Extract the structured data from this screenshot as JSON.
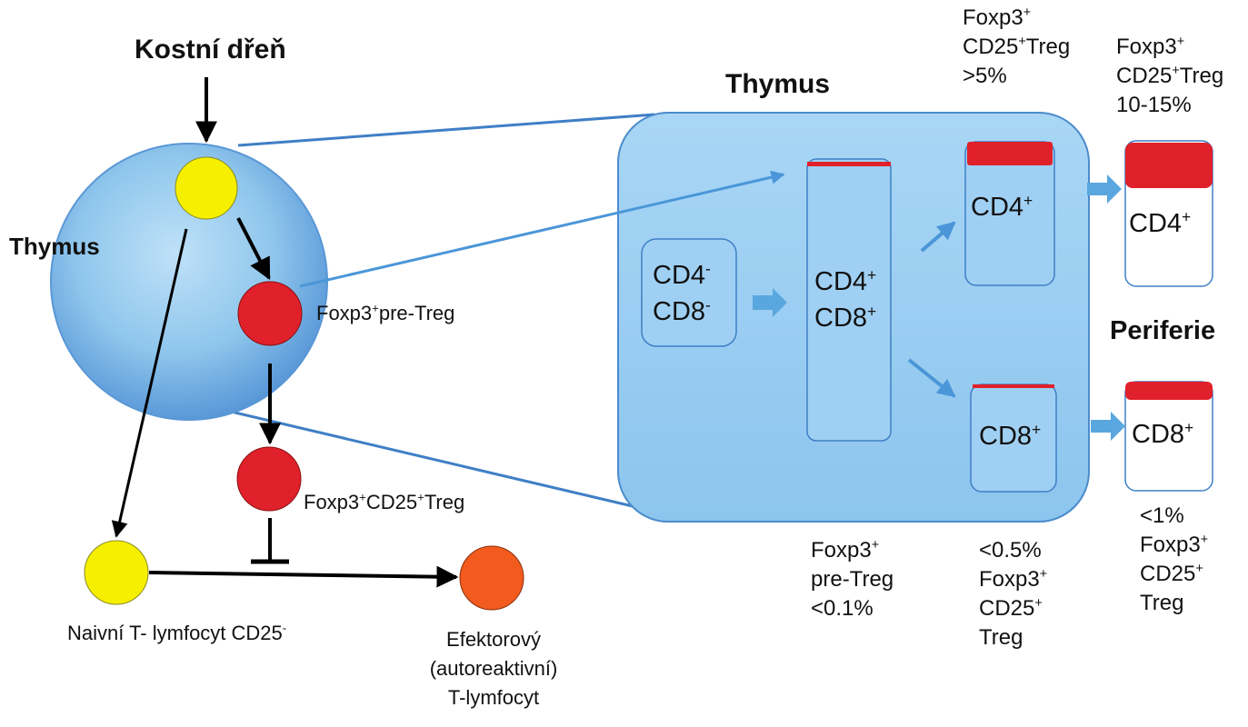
{
  "labels": {
    "bone_marrow": "Kostní dřeň",
    "thymus_left": "Thymus",
    "thymus_right": "Thymus",
    "periphery": "Periferie",
    "pre_treg_left": {
      "a": "Foxp3",
      "sup": "+",
      "b": "pre-Treg"
    },
    "treg_left": {
      "a": "Foxp3",
      "sup1": "+",
      "b": "CD25",
      "sup2": "+",
      "c": "Treg"
    },
    "naive": {
      "a": "Naivní T- lymfocyt CD25",
      "sup": "-"
    },
    "effector": [
      "Efektorový",
      "(autoreaktivní)",
      "T-lymfocyt"
    ]
  },
  "boxes": {
    "dn": {
      "l1": "CD4",
      "s1": "-",
      "l2": "CD8",
      "s2": "-"
    },
    "dp": {
      "l1": "CD4",
      "s1": "+",
      "l2": "CD8",
      "s2": "+"
    },
    "cd4_thymus": {
      "l": "CD4",
      "s": "+"
    },
    "cd8_thymus": {
      "l": "CD8",
      "s": "+"
    },
    "cd4_periph": {
      "l": "CD4",
      "s": "+"
    },
    "cd8_periph": {
      "l": "CD8",
      "s": "+"
    }
  },
  "stats": {
    "cd4_thymus": {
      "l1a": "Foxp3",
      "l1s": "+",
      "l2a": "CD25",
      "l2s": "+",
      "l2b": "Treg",
      "l3": ">5%"
    },
    "cd4_periph": {
      "l1a": "Foxp3",
      "l1s": "+",
      "l2a": "CD25",
      "l2s": "+",
      "l2b": "Treg",
      "l3": "10-15%"
    },
    "dp": {
      "l1a": "Foxp3",
      "l1s": "+",
      "l2": "pre-Treg",
      "l3": "<0.1%"
    },
    "cd8_thymus": {
      "l1": "<0.5%",
      "l2a": "Foxp3",
      "l2s": "+",
      "l3a": "CD25",
      "l3s": "+",
      "l4": "Treg"
    },
    "cd8_periph": {
      "l1": "<1%",
      "l2a": "Foxp3",
      "l2s": "+",
      "l3a": "CD25",
      "l3s": "+",
      "l4": "Treg"
    }
  },
  "colors": {
    "thymus_blue": "#8fc6ec",
    "thymus_border": "#4b8ccc",
    "treg_red": "#e0212b",
    "cell_yellow": "#f6f000",
    "effector_orange": "#f25a1e",
    "arrow_blue": "#5aa7df",
    "line_blue": "#3f7fc6"
  }
}
